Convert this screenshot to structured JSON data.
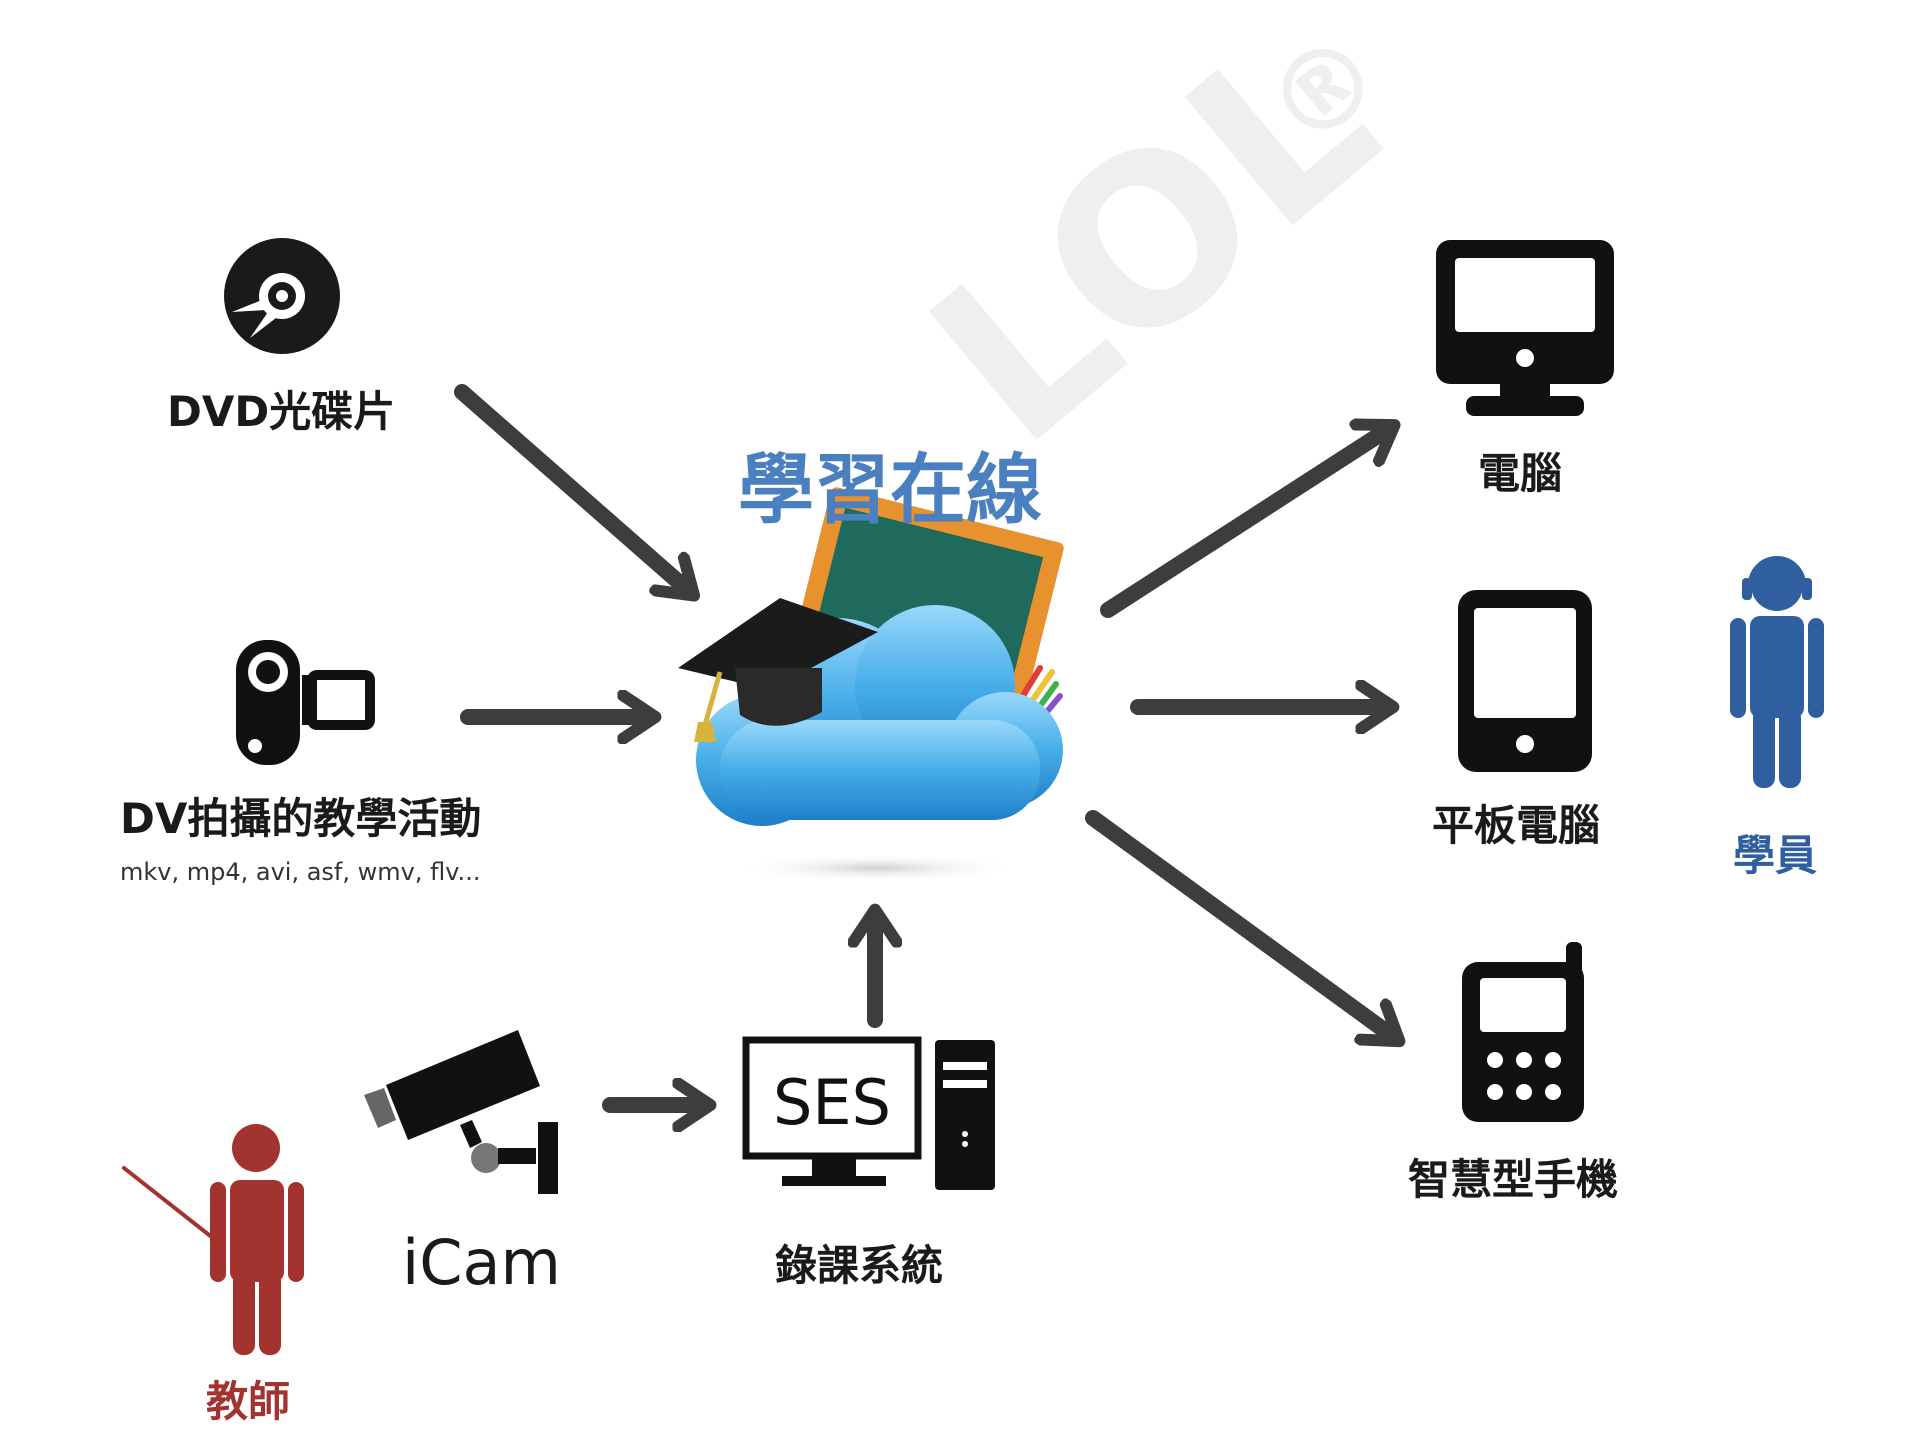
{
  "watermark": {
    "text": "LOL",
    "mark": "®"
  },
  "center": {
    "title": "學習在線",
    "icon": "cloud-learning-icon"
  },
  "sources": {
    "dvd": {
      "label": "DVD光碟片",
      "icon": "disc-icon"
    },
    "dv": {
      "label": "DV拍攝的教學活動",
      "formats": "mkv, mp4, avi, asf, wmv, flv...",
      "icon": "camcorder-icon"
    },
    "icam": {
      "label": "iCam",
      "icon": "security-camera-icon"
    },
    "recorder": {
      "label": "錄課系統",
      "screen_text": "SES",
      "icon": "computer-icon"
    }
  },
  "devices": {
    "computer": {
      "label": "電腦",
      "icon": "monitor-icon"
    },
    "tablet": {
      "label": "平板電腦",
      "icon": "tablet-icon"
    },
    "phone": {
      "label": "智慧型手機",
      "icon": "phone-icon"
    }
  },
  "people": {
    "teacher": {
      "label": "教師",
      "icon": "teacher-icon"
    },
    "student": {
      "label": "學員",
      "icon": "student-icon"
    }
  },
  "colors": {
    "arrow": "#3d3d3d",
    "title_blue": "#4a7fc0",
    "teacher_red": "#a3332f",
    "student_blue": "#2f5f9e",
    "icon_black": "#111111",
    "cloud_blue": "#3aa3e3"
  }
}
